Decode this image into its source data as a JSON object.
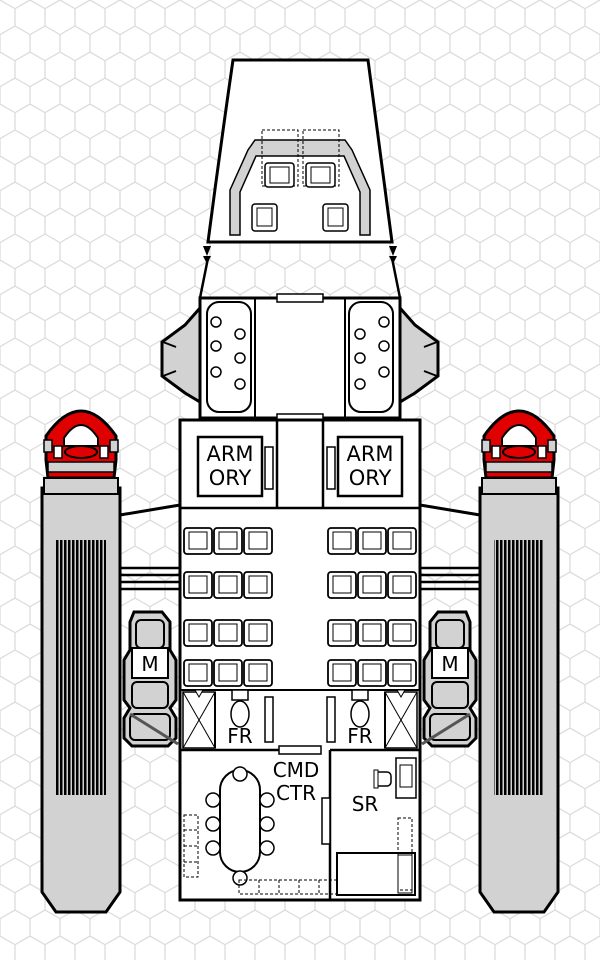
{
  "labels": {
    "armory_left": [
      "ARM",
      "ORY"
    ],
    "armory_right": [
      "ARM",
      "ORY"
    ],
    "maintenance_left": "M",
    "maintenance_right": "M",
    "fresher_left": "FR",
    "fresher_right": "FR",
    "command_center": [
      "CMD",
      "CTR"
    ],
    "stateroom": "SR"
  },
  "colors": {
    "hull_fill": "#d2d2d2",
    "line": "#000000",
    "floor": "#ffffff",
    "hex_grid": "#d9d9d9",
    "thruster_red": "#e10000"
  }
}
